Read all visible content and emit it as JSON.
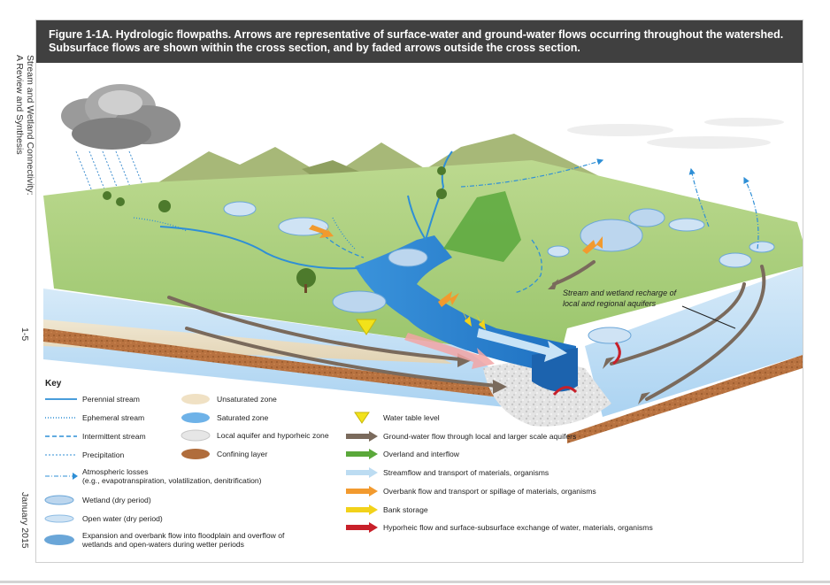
{
  "side": {
    "title_line1": "Stream and Wetland Connectivity:",
    "title_line2": "A Review and Synthesis",
    "page": "1-5",
    "date": "January 2015"
  },
  "figure": {
    "title_line1": "Figure 1-1A. Hydrologic flowpaths. Arrows are representative of surface-water and ground-water flows occurring throughout the watershed.",
    "title_line2": "Subsurface flows are shown within the cross section, and by faded arrows outside the cross section.",
    "annotation_line1": "Stream and wetland recharge of",
    "annotation_line2": "local and regional aquifers"
  },
  "key": {
    "heading": "Key",
    "col1": [
      {
        "symbol": "perennial",
        "label": "Perennial stream"
      },
      {
        "symbol": "ephemeral",
        "label": "Ephemeral stream"
      },
      {
        "symbol": "intermittent",
        "label": "Intermittent stream"
      },
      {
        "symbol": "precipitation",
        "label": "Precipitation"
      },
      {
        "symbol": "atmospheric",
        "label": "Atmospheric losses",
        "label2": "(e.g., evapotranspiration, volatilization, denitrification)"
      },
      {
        "symbol": "wetland",
        "label": "Wetland (dry period)"
      },
      {
        "symbol": "openwater",
        "label": "Open water (dry period)"
      },
      {
        "symbol": "expansion",
        "label": "Expansion and overbank flow into floodplain and overflow of",
        "label2": "wetlands and open-waters during wetter periods"
      }
    ],
    "col2": [
      {
        "symbol": "unsaturated",
        "label": "Unsaturated zone"
      },
      {
        "symbol": "saturated",
        "label": "Saturated zone"
      },
      {
        "symbol": "aquifer",
        "label": "Local aquifer and hyporheic zone"
      },
      {
        "symbol": "confining",
        "label": "Confining layer"
      }
    ],
    "col3": [
      {
        "symbol": "watertable",
        "label": "Water table level"
      },
      {
        "symbol": "groundwater",
        "color": "#7a6a5c",
        "label": "Ground-water flow through local and larger scale aquifers"
      },
      {
        "symbol": "overland",
        "color": "#5aa83a",
        "label": "Overland and interflow"
      },
      {
        "symbol": "streamflow",
        "color": "#bcdcf2",
        "label": "Streamflow and transport of materials, organisms"
      },
      {
        "symbol": "overbank",
        "color": "#f29a2e",
        "label": "Overbank flow and transport or spillage of materials, organisms"
      },
      {
        "symbol": "bank",
        "color": "#f2d21a",
        "label": "Bank storage"
      },
      {
        "symbol": "hyporheic",
        "color": "#c8202a",
        "label": "Hyporheic flow and surface-subsurface exchange of water, materials, organisms"
      }
    ]
  },
  "colors": {
    "title_bar": "#404040",
    "land": "#a8cf7a",
    "water": "#2d8ad6",
    "groundwater_band": "#bcdcf3",
    "confining": "#b06d3c",
    "unsaturated": "#f0e1c4"
  }
}
